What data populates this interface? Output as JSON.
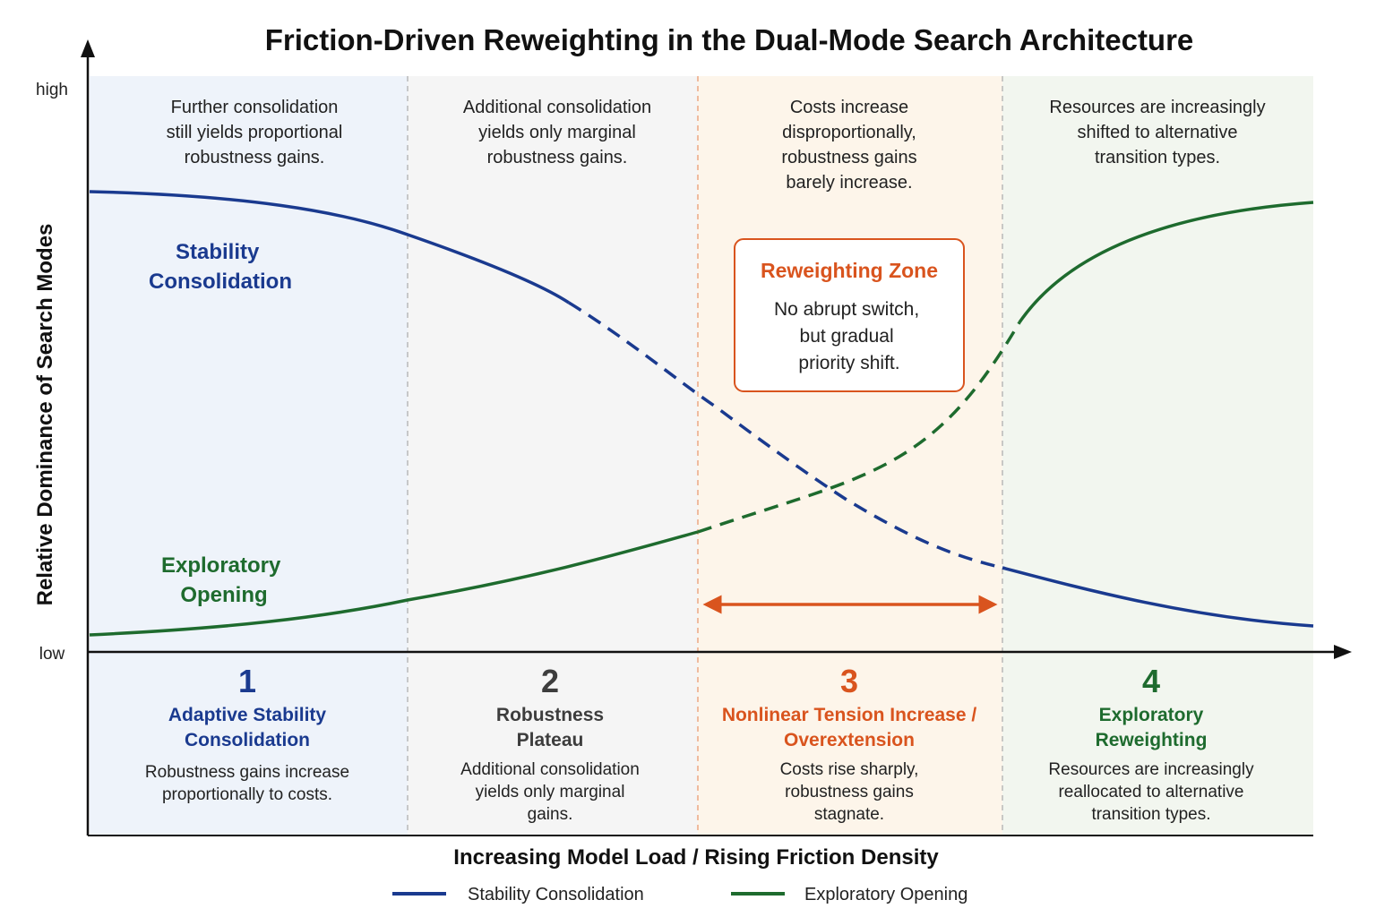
{
  "title": "Friction-Driven Reweighting in the Dual-Mode Search Architecture",
  "axes": {
    "x_label": "Increasing Model Load / Rising Friction Density",
    "y_label": "Relative Dominance of Search Modes",
    "y_high": "high",
    "y_low": "low"
  },
  "curve_labels": {
    "stability": [
      "Stability",
      "Consolidation"
    ],
    "exploratory": [
      "Exploratory",
      "Opening"
    ]
  },
  "zones": [
    {
      "number": "1",
      "header_lines": [
        "Further consolidation",
        "still yields proportional",
        "robustness gains."
      ],
      "title_lines": [
        "Adaptive Stability",
        "Consolidation"
      ],
      "desc_lines": [
        "Robustness gains increase",
        "proportionally to costs."
      ]
    },
    {
      "number": "2",
      "header_lines": [
        "Additional consolidation",
        "yields only marginal",
        "robustness gains."
      ],
      "title_lines": [
        "Robustness",
        "Plateau"
      ],
      "desc_lines": [
        "Additional consolidation",
        "yields only marginal",
        "gains."
      ]
    },
    {
      "number": "3",
      "header_lines": [
        "Costs increase",
        "disproportionally,",
        "robustness gains",
        "barely increase."
      ],
      "title_lines": [
        "Nonlinear Tension Increase /",
        "Overextension"
      ],
      "desc_lines": [
        "Costs rise sharply,",
        "robustness gains",
        "stagnate."
      ]
    },
    {
      "number": "4",
      "header_lines": [
        "Resources are increasingly",
        "shifted to alternative",
        "transition types."
      ],
      "title_lines": [
        "Exploratory",
        "Reweighting"
      ],
      "desc_lines": [
        "Resources are increasingly",
        "reallocated to alternative",
        "transition types."
      ]
    }
  ],
  "callout": {
    "title": "Reweighting Zone",
    "lines": [
      "No abrupt switch,",
      "but gradual",
      "priority shift."
    ]
  },
  "legend": [
    {
      "label": "Stability Consolidation",
      "color": "#1a3a8f"
    },
    {
      "label": "Exploratory Opening",
      "color": "#1e6b2e"
    }
  ],
  "colors": {
    "blue": "#1a3a8f",
    "green": "#1e6b2e",
    "orange": "#d9541e",
    "gray": "#3d3d3d",
    "zone_bg": [
      "#eef3fa",
      "#f5f5f5",
      "#fdf5ea",
      "#f2f6ef"
    ]
  }
}
